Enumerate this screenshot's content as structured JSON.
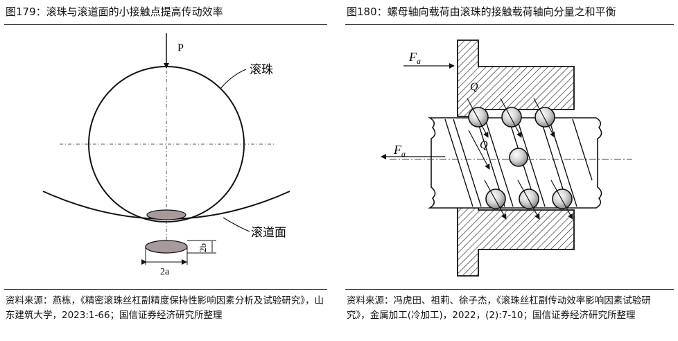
{
  "left": {
    "title": "图179：滚珠与滚道面的小接触点提高传动效率",
    "diagram": {
      "label_p": "P",
      "label_ball": "滚珠",
      "label_raceway": "滚道面",
      "label_2a": "2a",
      "label_2b": "2b"
    },
    "source": "资料来源：燕栋，《精密滚珠丝杠副精度保持性影响因素分析及试验研究》，山东建筑大学，2023:1-66；国信证券经济研究所整理"
  },
  "right": {
    "title": "图180：螺母轴向载荷由滚珠的接触载荷轴向分量之和平衡",
    "diagram": {
      "label_fa_top": "F",
      "label_fa_top_sub": "a",
      "label_q_top": "Q",
      "label_q_mid": "Q",
      "label_fa_mid": "F",
      "label_fa_mid_sub": "a"
    },
    "source": "资料来源：冯虎田、祖莉、徐子杰，《滚珠丝杠副传动效率影响因素试验研究》，金属加工(冷加工)，2022，(2):7-10；国信证券经济研究所整理"
  }
}
